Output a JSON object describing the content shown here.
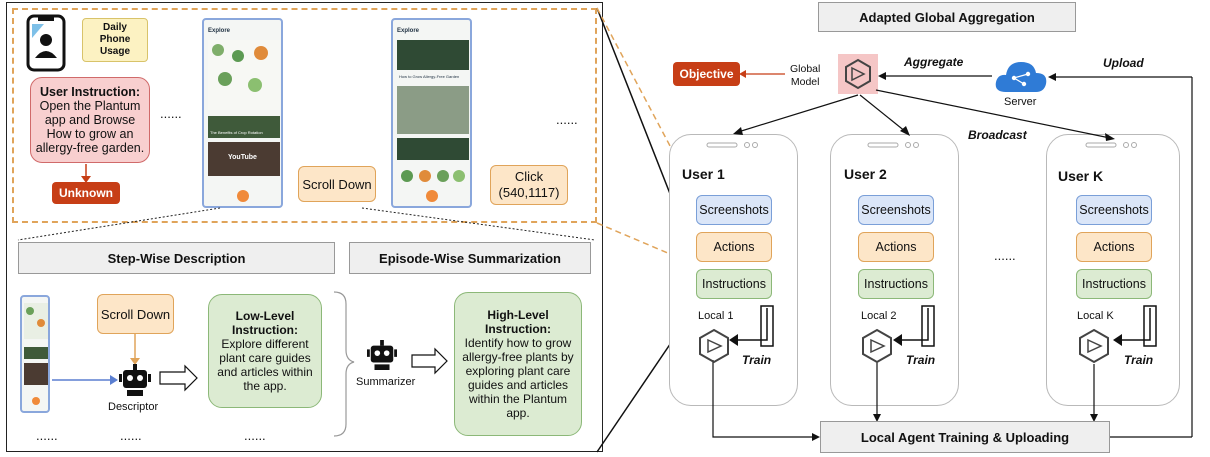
{
  "left_panel": {
    "daily_usage": "Daily\nPhone\nUsage",
    "user_instruction_title": "User Instruction:",
    "user_instruction_body": "Open the Plantum app and Browse How to grow an allergy-free garden.",
    "unknown": "Unknown",
    "ellipsis_a": "......",
    "ellipsis_b": "......",
    "scroll_down": "Scroll Down",
    "click_action": "Click\n(540,1117)",
    "step_wise": "Step-Wise Description",
    "episode_wise": "Episode-Wise Summarization",
    "scroll_down_2": "Scroll Down",
    "descriptor": "Descriptor",
    "low_level": "Low-Level Instruction:",
    "low_level_body": "Explore different plant care guides and articles within the app.",
    "summarizer": "Summarizer",
    "high_level": "High-Level Instruction:",
    "high_level_body": "Identify how to grow allergy-free plants by exploring plant care guides and articles within the Plantum app.",
    "bottom_dots": [
      "......",
      "......",
      "......"
    ],
    "screen1": {
      "title": "Explore",
      "card_text": "The Benefits of Crop Rotation",
      "video_label": "YouTube"
    },
    "screen2": {
      "title": "Explore",
      "card_text": "How to Grow Allergy-Free Garden"
    }
  },
  "right_panel": {
    "title": "Adapted Global Aggregation",
    "objective": "Objective",
    "global_model": "Global\nModel",
    "aggregate": "Aggregate",
    "upload": "Upload",
    "server": "Server",
    "broadcast": "Broadcast",
    "users": [
      {
        "name": "User 1",
        "local": "Local 1"
      },
      {
        "name": "User 2",
        "local": "Local 2"
      },
      {
        "name": "User K",
        "local": "Local K"
      }
    ],
    "screenshots": "Screenshots",
    "actions": "Actions",
    "instructions": "Instructions",
    "train": "Train",
    "dots": "......",
    "bottom": "Local Agent Training & Uploading"
  },
  "colors": {
    "orange": "#fde6c8",
    "green": "#dcebd2",
    "blue": "#dbe6f8",
    "pink": "#f8cfcf",
    "red": "#c73e16",
    "dashed": "#e0a45a",
    "screen_border": "#8aa7dc"
  }
}
